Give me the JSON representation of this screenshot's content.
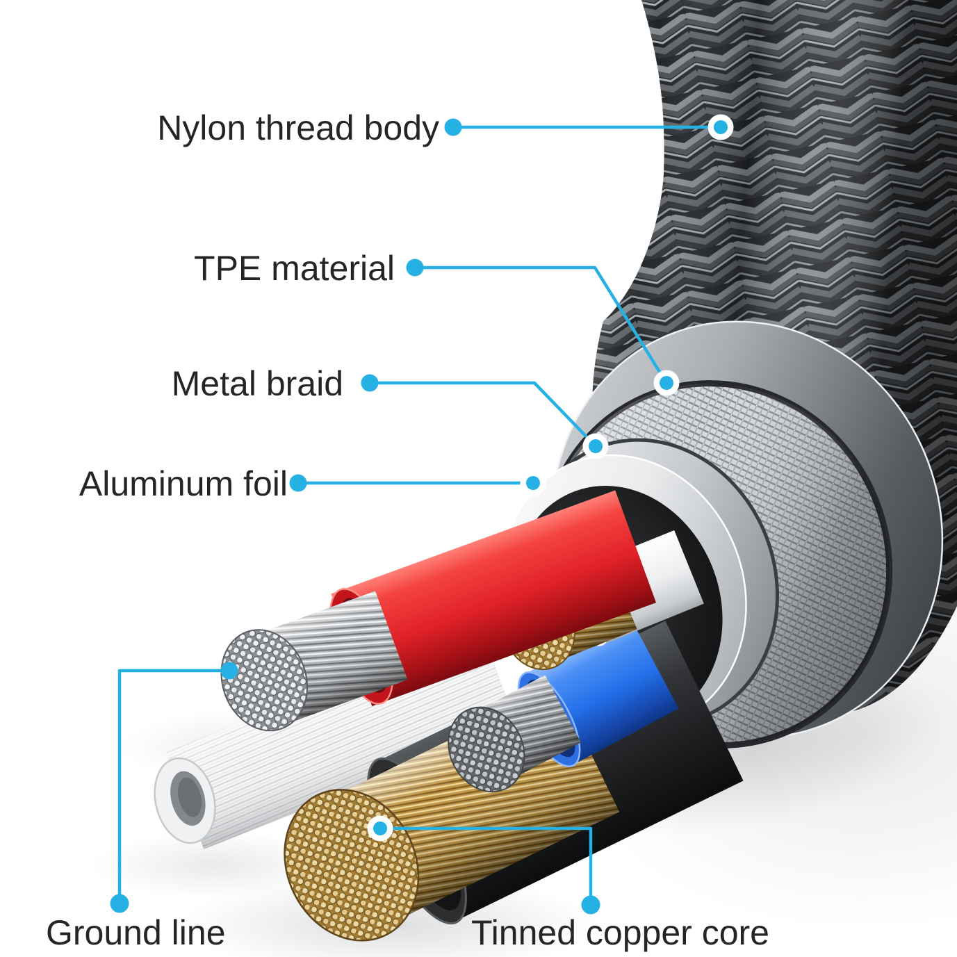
{
  "figure": {
    "background": "#ffffff",
    "accent_color": "#25b1e4",
    "text_color": "#232528",
    "labels": [
      {
        "id": "nylon-thread-body",
        "text": "Nylon thread body"
      },
      {
        "id": "tpe-material",
        "text": "TPE material"
      },
      {
        "id": "metal-braid",
        "text": "Metal braid"
      },
      {
        "id": "aluminum-foil",
        "text": "Aluminum foil"
      },
      {
        "id": "ground-line",
        "text": "Ground line"
      },
      {
        "id": "tinned-copper-core",
        "text": "Tinned copper core"
      }
    ],
    "illustration": {
      "subject": "braided cable cutaway cross-section",
      "parts": [
        "nylon-braided-jacket",
        "tpe-layer",
        "metal-braid-shield",
        "aluminum-foil-shield",
        "inner-cavity",
        "red-insulated-wire",
        "ground-stranded-core",
        "white-insulated-wire",
        "small-copper-core",
        "blue-insulated-wire",
        "gray-stranded-core",
        "white-filler-ribbon",
        "black-inner-sheath",
        "tinned-copper-core"
      ]
    }
  }
}
